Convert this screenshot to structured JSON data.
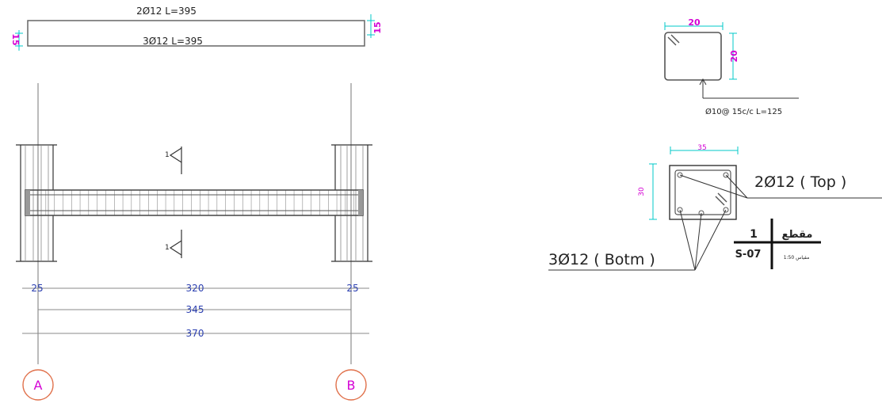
{
  "bar_schedule": {
    "top_bar_label": "2Ø12 L=395",
    "bottom_bar_label": "3Ø12 L=395",
    "height_right": "15",
    "height_left": "15"
  },
  "elevation": {
    "section_mark_top": "1",
    "section_mark_bottom": "1",
    "dimensions": {
      "support_left": "25",
      "clear_span": "320",
      "support_right": "25",
      "center_span": "345",
      "overall": "370"
    },
    "grid_labels": [
      "A",
      "B"
    ]
  },
  "stirrup_detail": {
    "width": "20",
    "height": "20",
    "label": "Ø10@ 15c/c L=125"
  },
  "section": {
    "width": "35",
    "height": "30",
    "top_bars": "2Ø12 ( Top )",
    "bottom_bars": "3Ø12 ( Botm )"
  },
  "section_title": {
    "number": "1",
    "sheet": "S-07",
    "title_ar": "مقطع",
    "scale": "1:50 مقياس"
  },
  "colors": {
    "line": "#555555",
    "dimension_text": "#2b3fb0",
    "accent_magenta": "#d400d4",
    "dimension_line_cyan": "#00c8c8"
  }
}
